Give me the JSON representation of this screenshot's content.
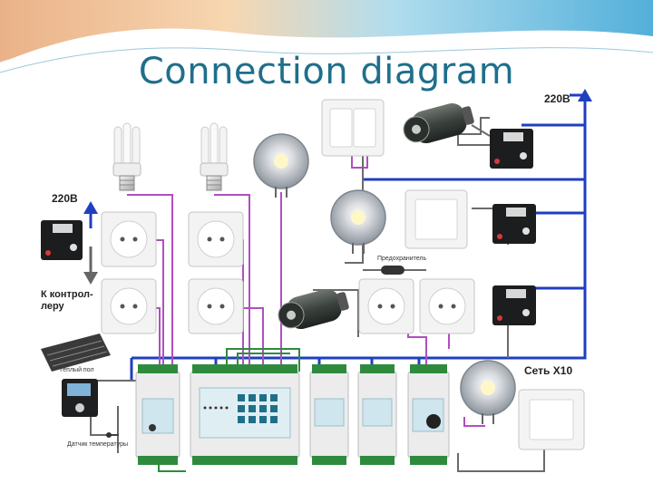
{
  "slide": {
    "title": "Connection diagram"
  },
  "labels": {
    "power_top_right": "220В",
    "power_left": "220В",
    "to_controller": "К контрол-\nлеру",
    "network": "Сеть X10",
    "fuse": "Предохранитель",
    "warm_floor": "Тёплый пол",
    "temp_sensor": "Датчик температуры"
  },
  "colors": {
    "bus_blue": "#1f3fbf",
    "wire_purple": "#b04fc0",
    "wire_green": "#2e8b3e",
    "wire_gray": "#6b6b6b",
    "arrow_gray": "#555555",
    "title_color": "#1f6f8b"
  },
  "devices": {
    "bulbs": [
      "cfl-bulb-1",
      "cfl-bulb-2"
    ],
    "halogens": [
      "halogen-lamp-1",
      "halogen-lamp-2",
      "halogen-lamp-3"
    ],
    "motors": [
      "motor-1",
      "motor-2"
    ],
    "switches": [
      "double-switch",
      "switch-middle",
      "switch-bottom-right"
    ],
    "sockets": [
      "socket-1",
      "socket-2",
      "socket-3",
      "socket-4",
      "socket-5",
      "socket-6"
    ],
    "modules": [
      "x10-module-1",
      "x10-module-2",
      "x10-module-3"
    ],
    "din_modules": [
      "din-module-1",
      "din-controller",
      "din-module-2",
      "din-module-3",
      "din-module-4"
    ]
  }
}
